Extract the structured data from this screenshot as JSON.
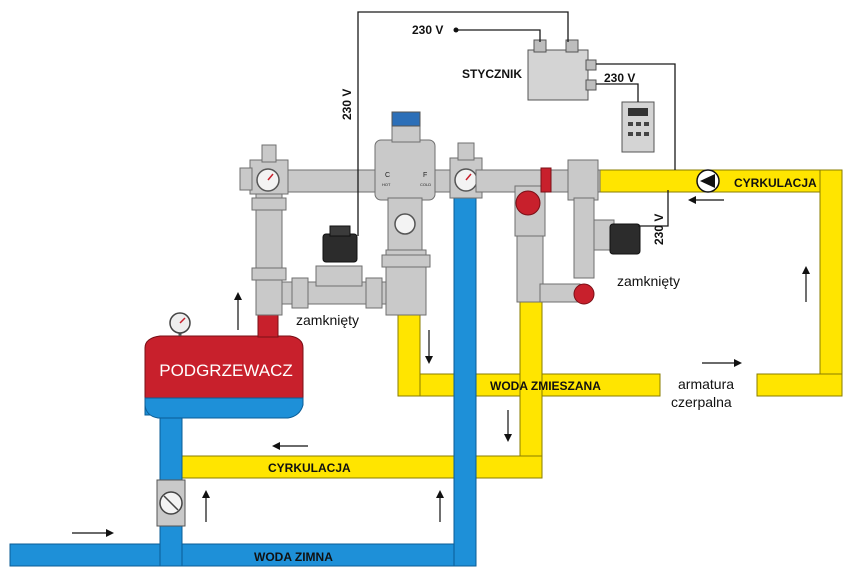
{
  "labels": {
    "heater": "PODGRZEWACZ",
    "contactor": "STYCZNIK",
    "voltage_top": "230 V",
    "voltage_vertical_left": "230 V",
    "voltage_contactor": "230 V",
    "voltage_vertical_right": "230 V",
    "closed_left": "zamknięty",
    "closed_right": "zamknięty",
    "circulation_top": "CYRKULACJA",
    "circulation_bottom": "CYRKULACJA",
    "mixed_water": "WODA ZMIESZANA",
    "cold_water": "WODA ZIMNA",
    "tap_line1": "armatura",
    "tap_line2": "czerpalna",
    "valve_hot": "C",
    "valve_hot_sub": "HOT",
    "valve_cold": "F",
    "valve_cold_sub": "COLD"
  },
  "colors": {
    "yellow_pipe": "#ffe500",
    "blue_pipe": "#1e90d8",
    "heater_red": "#c8202c",
    "gray_fitting": "#c9c9c9",
    "wire": "#1a1a1a"
  }
}
